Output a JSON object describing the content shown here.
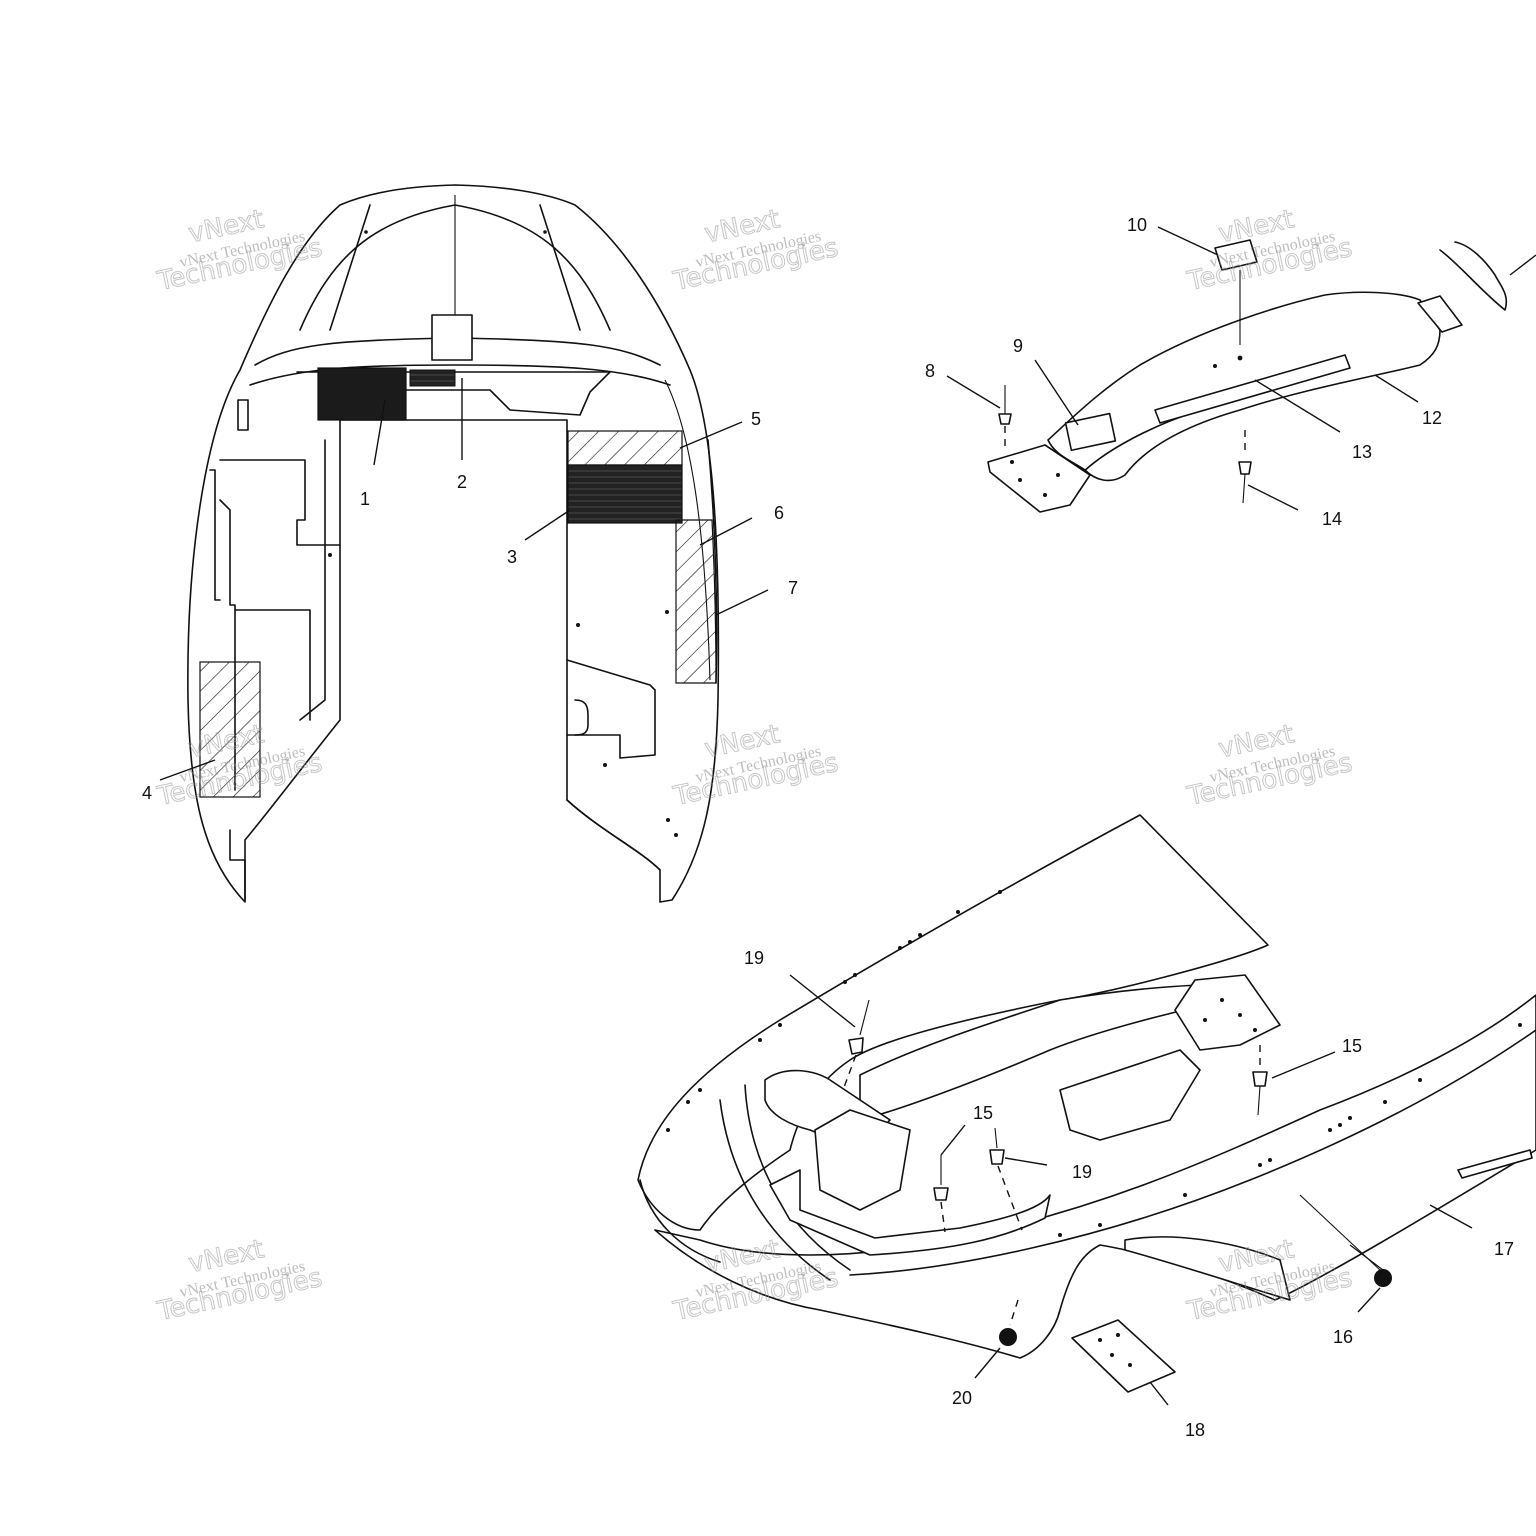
{
  "callouts": {
    "c1": "1",
    "c2": "2",
    "c3": "3",
    "c4": "4",
    "c5": "5",
    "c6": "6",
    "c7": "7",
    "c8": "8",
    "c9": "9",
    "c10": "10",
    "c12": "12",
    "c13": "13",
    "c14": "14",
    "c15a": "15",
    "c15b": "15",
    "c16": "16",
    "c17": "17",
    "c18": "18",
    "c19a": "19",
    "c19b": "19",
    "c20": "20"
  },
  "watermark": {
    "line1": "vNext Technologies",
    "line2": "vNext",
    "line3": "Technologies"
  }
}
